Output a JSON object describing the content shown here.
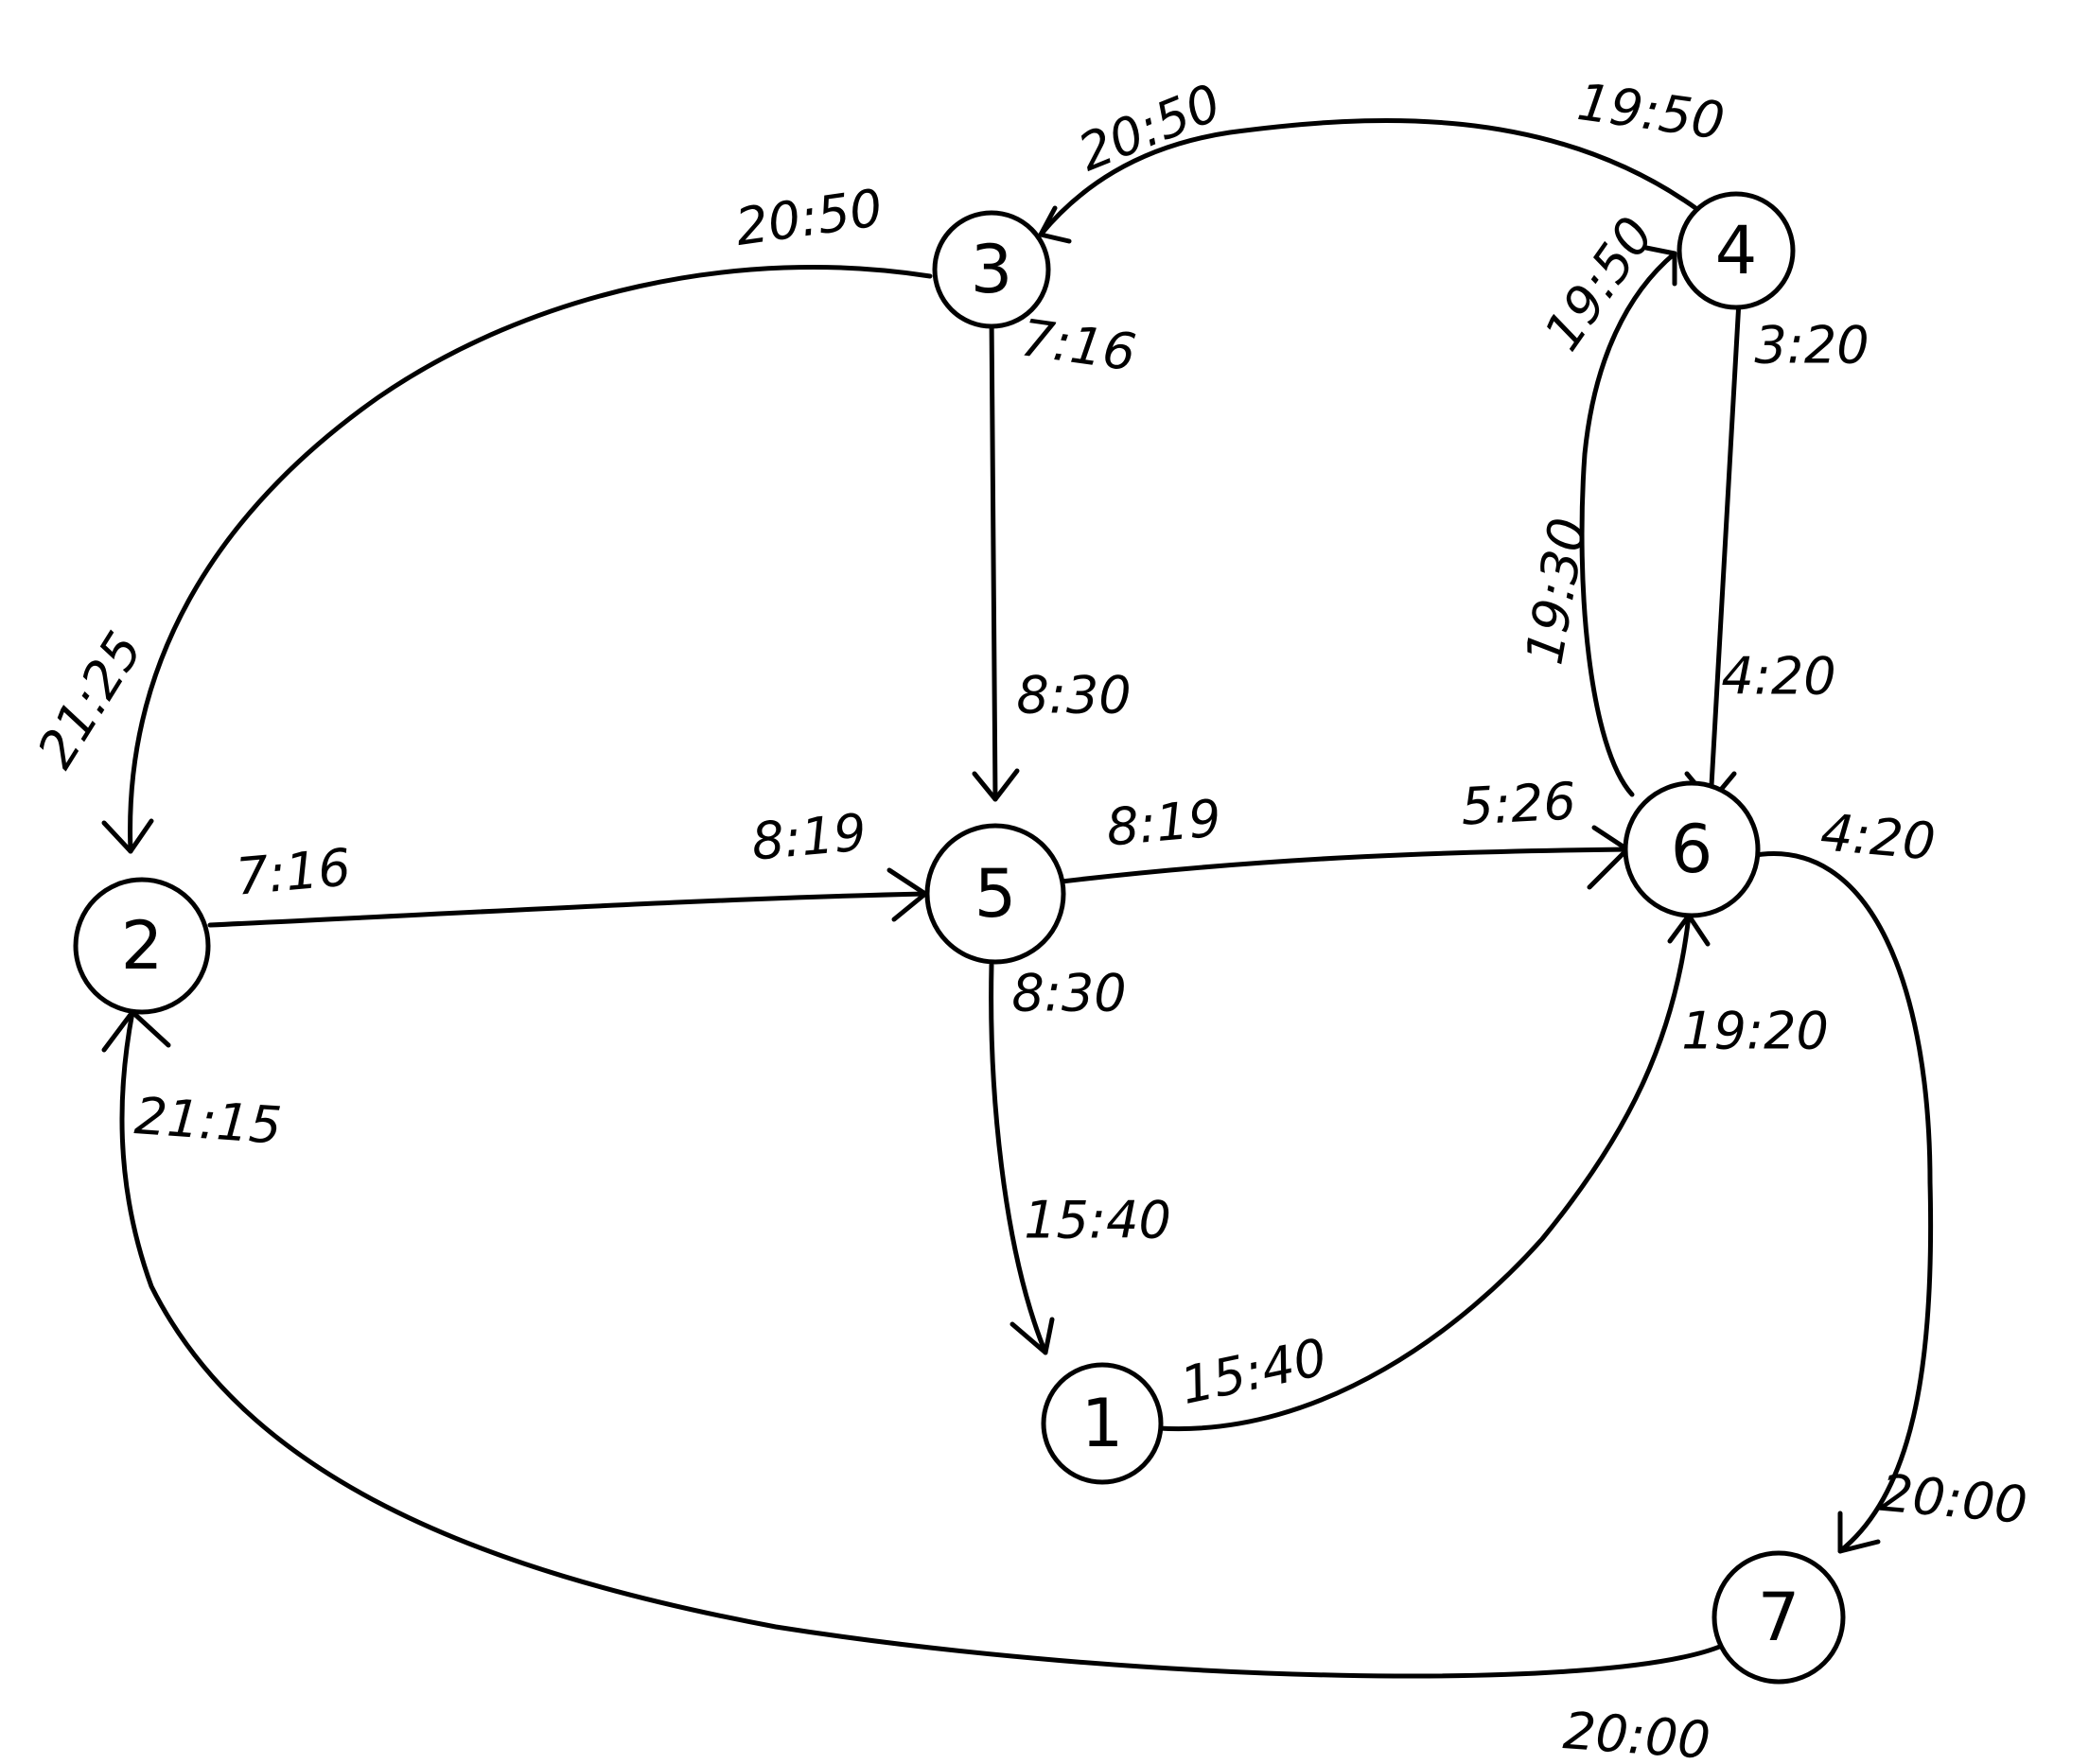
{
  "colors": {
    "ink": "#000000",
    "paper": "#ffffff"
  },
  "nodes": [
    {
      "id": "1",
      "label": "1"
    },
    {
      "id": "2",
      "label": "2"
    },
    {
      "id": "3",
      "label": "3"
    },
    {
      "id": "4",
      "label": "4"
    },
    {
      "id": "5",
      "label": "5"
    },
    {
      "id": "6",
      "label": "6"
    },
    {
      "id": "7",
      "label": "7"
    }
  ],
  "edges": [
    {
      "id": "3-2",
      "from": "3",
      "to": "2",
      "start_label": "20:50",
      "end_label": "21:25"
    },
    {
      "id": "4-3",
      "from": "4",
      "to": "3",
      "start_label": "19:50",
      "end_label": "20:50"
    },
    {
      "id": "3-5",
      "from": "3",
      "to": "5",
      "start_label": "7:16",
      "end_label": "8:30"
    },
    {
      "id": "4-6",
      "from": "4",
      "to": "6",
      "start_label": "3:20",
      "end_label": "4:20"
    },
    {
      "id": "6-4",
      "from": "6",
      "to": "4",
      "start_label": "19:30",
      "end_label": "19:50"
    },
    {
      "id": "2-5",
      "from": "2",
      "to": "5",
      "start_label": "7:16",
      "end_label": "8:19"
    },
    {
      "id": "5-6",
      "from": "5",
      "to": "6",
      "start_label": "8:19",
      "end_label": "5:26"
    },
    {
      "id": "5-1",
      "from": "5",
      "to": "1",
      "start_label": "8:30",
      "end_label": "15:40"
    },
    {
      "id": "1-6",
      "from": "1",
      "to": "6",
      "start_label": "15:40",
      "end_label": "19:20"
    },
    {
      "id": "6-7",
      "from": "6",
      "to": "7",
      "start_label": "4:20",
      "end_label": "20:00"
    },
    {
      "id": "7-2",
      "from": "7",
      "to": "2",
      "start_label": "20:00",
      "end_label": "21:15"
    }
  ]
}
